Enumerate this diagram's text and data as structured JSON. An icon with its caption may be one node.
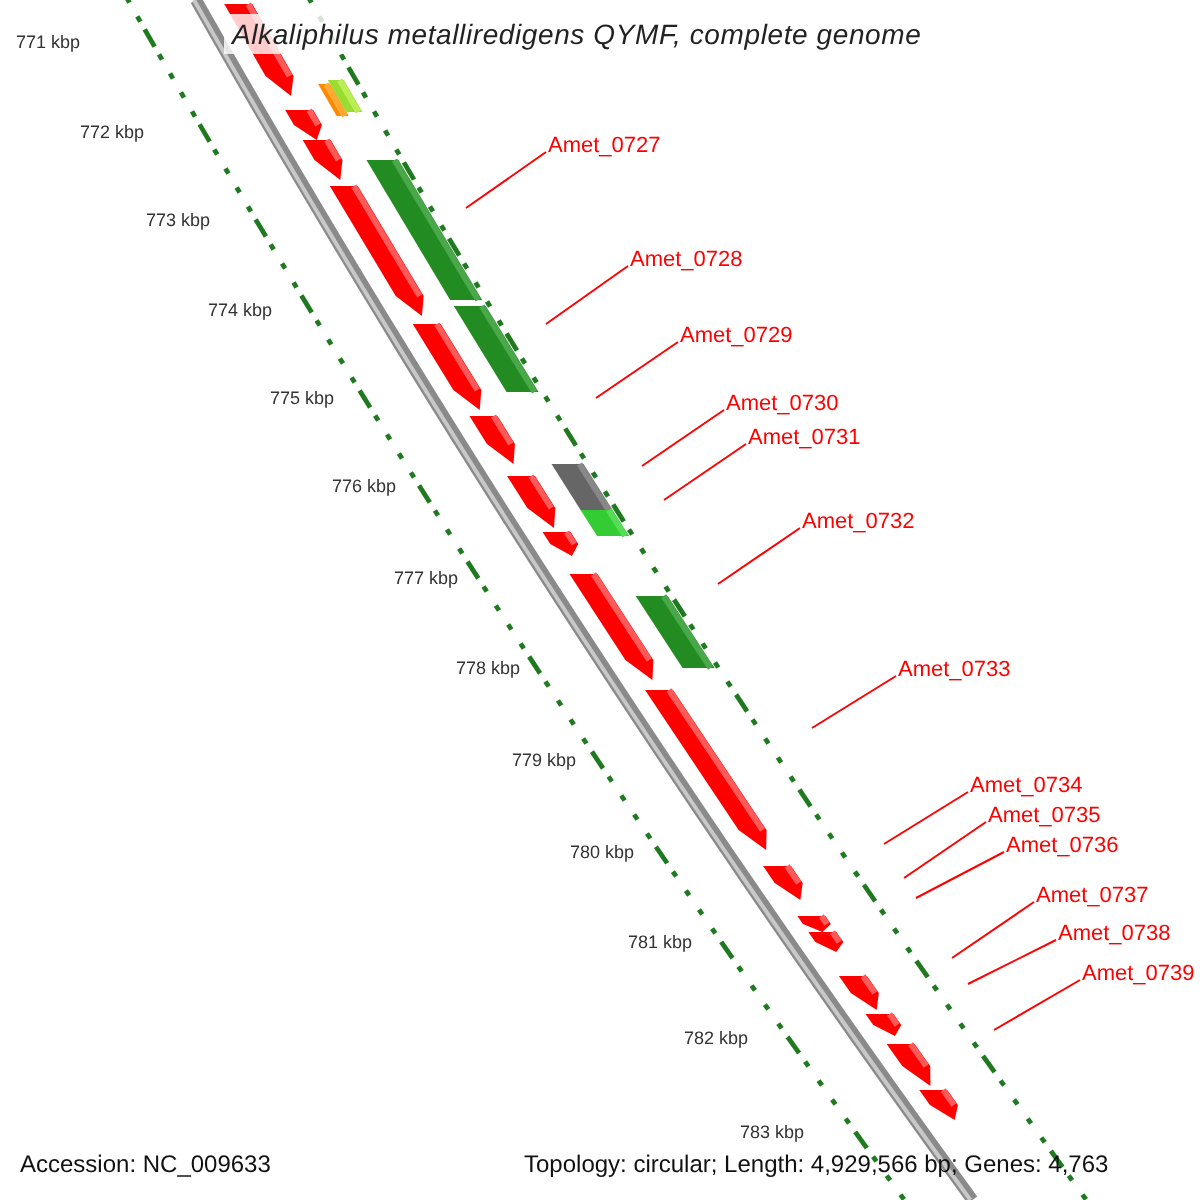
{
  "diagram": {
    "title": "Alkaliphilus metalliredigens QYMF, complete genome",
    "nodes": [
      {
        "text": [
          "Amet_0727"
        ]
      },
      {
        "text": [
          "Amet_0728"
        ]
      },
      {
        "text": [
          "Amet_0729"
        ]
      },
      {
        "text": [
          "Amet_0730"
        ]
      },
      {
        "text": [
          "Amet_0731"
        ]
      },
      {
        "text": [
          "Amet_0732"
        ]
      },
      {
        "text": [
          "Amet_0733"
        ]
      },
      {
        "text": [
          "Amet_0734"
        ]
      },
      {
        "text": [
          "Amet_0735"
        ]
      },
      {
        "text": [
          "Amet_0736"
        ]
      },
      {
        "text": [
          "Amet_0737"
        ]
      },
      {
        "text": [
          "Amet_0738"
        ]
      },
      {
        "text": [
          "Amet_0739"
        ]
      }
    ],
    "edges": [
      {
        "from": 0,
        "to": null,
        "arrow": "none"
      },
      {
        "from": 1,
        "to": null,
        "arrow": "none"
      },
      {
        "from": 2,
        "to": null,
        "arrow": "none"
      },
      {
        "from": 3,
        "to": null,
        "arrow": "none"
      },
      {
        "from": 4,
        "to": null,
        "arrow": "none"
      },
      {
        "from": 5,
        "to": null,
        "arrow": "none"
      },
      {
        "from": 6,
        "to": null,
        "arrow": "none"
      },
      {
        "from": 7,
        "to": null,
        "arrow": "none"
      },
      {
        "from": 8,
        "to": null,
        "arrow": "none"
      },
      {
        "from": 9,
        "to": null,
        "arrow": "none"
      },
      {
        "from": 10,
        "to": null,
        "arrow": "none"
      },
      {
        "from": 11,
        "to": null,
        "arrow": "none"
      },
      {
        "from": 12,
        "to": null,
        "arrow": "none"
      }
    ],
    "labels": [
      "771 kbp",
      "772 kbp",
      "773 kbp",
      "774 kbp",
      "775 kbp",
      "776 kbp",
      "777 kbp",
      "778 kbp",
      "779 kbp",
      "780 kbp",
      "781 kbp",
      "782 kbp",
      "783 kbp",
      "Accession: NC_009633",
      "Topology: circular; Length: 4,929,566 bp; Genes: 4,763"
    ]
  }
}
